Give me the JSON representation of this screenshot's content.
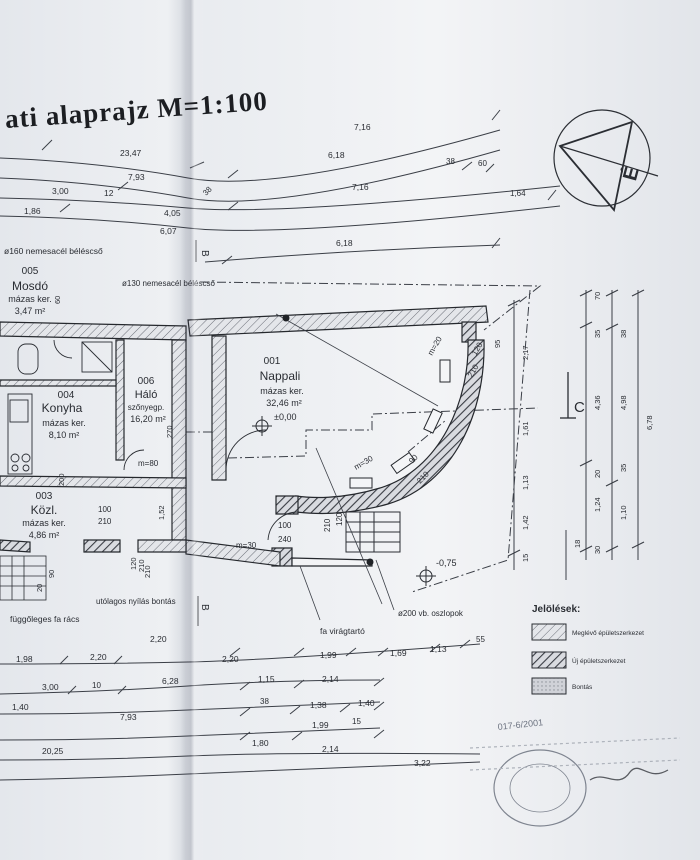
{
  "title": "ati alaprajz M=1:100",
  "compass_label": "É",
  "rooms": [
    {
      "number": "001",
      "name": "Nappali",
      "floor": "mázas ker.",
      "area": "32,46 m²"
    },
    {
      "number": "003",
      "name": "Közl.",
      "floor": "mázas ker.",
      "area": "4,86 m²"
    },
    {
      "number": "004",
      "name": "Konyha",
      "floor": "mázas ker.",
      "area": "8,10 m²"
    },
    {
      "number": "005",
      "name": "Mosdó",
      "floor": "mázas ker.",
      "area": "3,47 m²"
    },
    {
      "number": "006",
      "name": "Háló",
      "floor": "szőnyegp.",
      "area": "16,20 m²"
    }
  ],
  "level_mark_main": "±0,00",
  "level_mark_outside": "-0,75",
  "section_labels": {
    "c": "C",
    "b_top": "B",
    "b_bottom": "B"
  },
  "dims_top": [
    "23,47",
    "7,93",
    "3,00",
    "12",
    "1,86",
    "4,05",
    "6,07",
    "7,16",
    "6,18",
    "38",
    "60",
    "7,16",
    "1,64",
    "6,18",
    "38"
  ],
  "dims_bottom": [
    "2,20",
    "1,98",
    "2,20",
    "2,20",
    "1,99",
    "1,69",
    "1,13",
    "55",
    "3,00",
    "10",
    "6,28",
    "1,15",
    "2,14",
    "1,40",
    "1,38",
    "1,40",
    "38",
    "7,93",
    "1,99",
    "15",
    "20,25",
    "1,80",
    "2,14",
    "3,22"
  ],
  "dims_right": [
    "70",
    "35",
    "38",
    "4,36",
    "4,98",
    "6,78",
    "35",
    "1,24",
    "1,10",
    "20",
    "18",
    "30",
    "2,17",
    "1,61",
    "1,13",
    "1,42",
    "15",
    "95"
  ],
  "openings": [
    "120",
    "210",
    "m=20",
    "m=30",
    "m=80",
    "100",
    "240",
    "90",
    "210",
    "120",
    "210",
    "60",
    "270",
    "200",
    "100",
    "210",
    "m=30",
    "1,52",
    "90",
    "20",
    "210",
    "120",
    "210"
  ],
  "notes": {
    "pipe_160": "ø160 nemesacél bélésсső",
    "pipe_130": "ø130 nemesacél béléscső",
    "attic": "utólagos nyílás bontás",
    "fence": "függőleges fa rács",
    "planter": "fa virágtartó",
    "columns": "ø200 vb. oszlopok"
  },
  "legend": {
    "heading": "Jelölések:",
    "items": [
      "Meglévő épületszerkezet",
      "Új épületszerkezet",
      "Bontás"
    ]
  },
  "stamp_text": "017-6/2001"
}
